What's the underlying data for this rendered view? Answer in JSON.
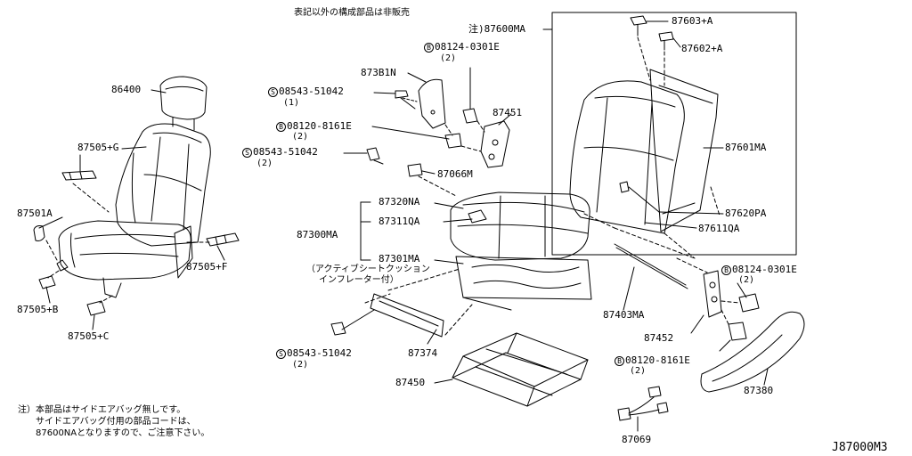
{
  "header_note": "表記以外の構成部品は非販売",
  "footnote": {
    "line1": "注）本部品はサイドエアバッグ無しです。",
    "line2": "サイドエアバッグ付用の部品コードは、",
    "line3": "87600NAとなりますので、ご注意下さい。"
  },
  "diagram_code": "J87000M3",
  "cushion_note": {
    "line1": "（アクティブシートクッション",
    "line2": "インフレーター付）"
  },
  "labels": {
    "p86400": "86400",
    "p87505g": "87505+G",
    "p87501a": "87501A",
    "p87505f": "87505+F",
    "p87505b": "87505+B",
    "p87505c": "87505+C",
    "p87381n": "873B1N",
    "s1_code": "08543-51042",
    "s1_qty": "(1)",
    "b1_code": "08124-0301E",
    "b1_qty": "(2)",
    "p87451": "87451",
    "b2_code": "08120-8161E",
    "b2_qty": "(2)",
    "s2_code": "08543-51042",
    "s2_qty": "(2)",
    "p87066m": "87066M",
    "p87320na": "87320NA",
    "p87300ma": "87300MA",
    "p87311qa": "87311QA",
    "p87301ma": "87301MA",
    "p87600ma": "注)87600MA",
    "p87603a": "87603+A",
    "p87602a": "87602+A",
    "p87601ma": "87601MA",
    "p87620pa": "87620PA",
    "p87611qa": "87611QA",
    "b3_code": "08124-0301E",
    "b3_qty": "(2)",
    "p87403ma": "87403MA",
    "p87452": "87452",
    "b4_code": "08120-8161E",
    "b4_qty": "(2)",
    "p87380": "87380",
    "p87374": "87374",
    "s3_code": "08543-51042",
    "s3_qty": "(2)",
    "p87450": "87450",
    "p87069": "87069"
  },
  "symbols": {
    "screw": "S",
    "bolt": "B"
  }
}
